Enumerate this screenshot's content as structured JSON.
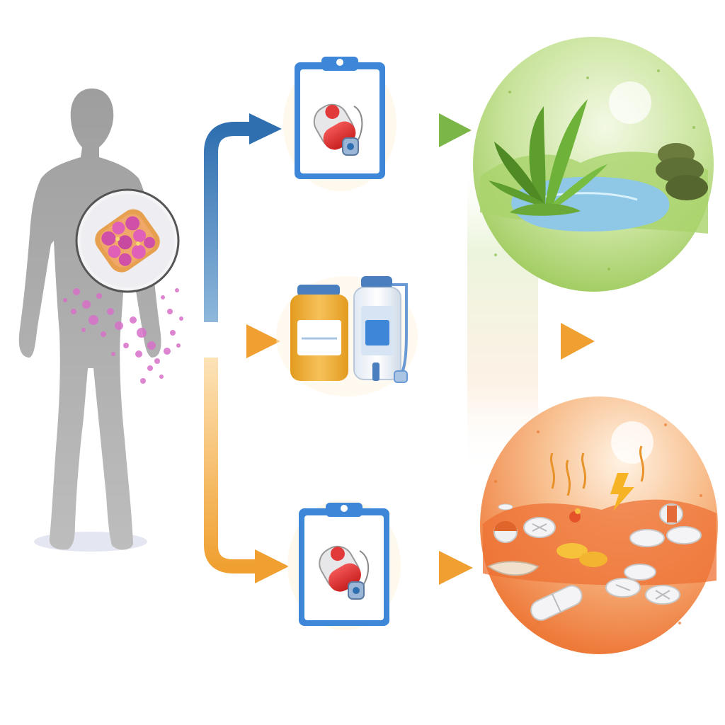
{
  "diagram": {
    "nodes": [
      {
        "id": "patient",
        "icon": "human-body-icon"
      },
      {
        "id": "tumor",
        "icon": "tumor-cell-icon"
      },
      {
        "id": "plan-top",
        "icon": "clipboard-device-icon"
      },
      {
        "id": "medication",
        "icon": "medicine-bottles-icon"
      },
      {
        "id": "plan-bottom",
        "icon": "clipboard-device-icon"
      },
      {
        "id": "outcome-healthy",
        "icon": "nature-pond-scene-icon"
      },
      {
        "id": "outcome-adverse",
        "icon": "scattered-pills-scene-icon"
      }
    ],
    "edges": [
      {
        "from": "patient",
        "to": "plan-top",
        "color": "#2f6fb0"
      },
      {
        "from": "patient",
        "to": "medication",
        "color": "#f0a030"
      },
      {
        "from": "patient",
        "to": "plan-bottom",
        "color": "#f0a030"
      },
      {
        "from": "plan-top",
        "to": "outcome-healthy",
        "color": "#7ab648"
      },
      {
        "from": "medication",
        "to": "outcome",
        "color": "#f0a030"
      },
      {
        "from": "plan-bottom",
        "to": "outcome-adverse",
        "color": "#f0a030"
      }
    ]
  },
  "colors": {
    "body": "#a8a8a8",
    "tumor": "#d0559a",
    "clipboard": "#3d86d8",
    "healthy": "#9cc95a",
    "adverse": "#f08a4a",
    "arrow_blue": "#2f6fb0",
    "arrow_orange": "#f0a030",
    "arrow_green": "#7ab648"
  }
}
